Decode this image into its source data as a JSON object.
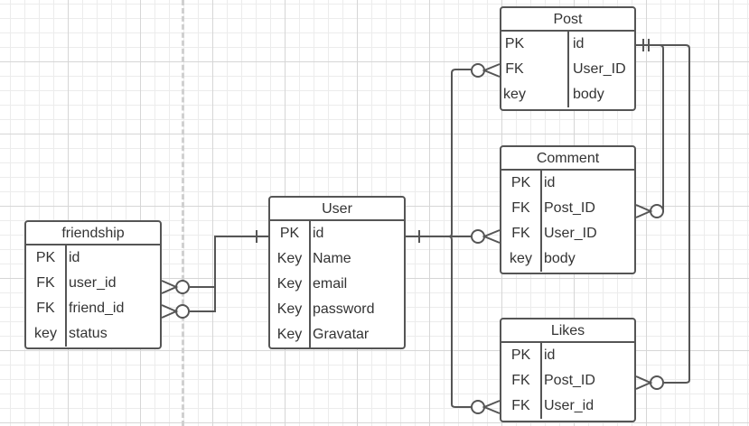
{
  "entities": {
    "post": {
      "title": "Post",
      "rows": [
        {
          "key": "PK",
          "field": "id"
        },
        {
          "key": "FK",
          "field": "User_ID"
        },
        {
          "key": "key",
          "field": "body"
        }
      ]
    },
    "comment": {
      "title": "Comment",
      "rows": [
        {
          "key": "PK",
          "field": "id"
        },
        {
          "key": "FK",
          "field": "Post_ID"
        },
        {
          "key": "FK",
          "field": "User_ID"
        },
        {
          "key": "key",
          "field": "body"
        }
      ]
    },
    "user": {
      "title": "User",
      "rows": [
        {
          "key": "PK",
          "field": "id"
        },
        {
          "key": "Key",
          "field": "Name"
        },
        {
          "key": "Key",
          "field": "email"
        },
        {
          "key": "Key",
          "field": "password"
        },
        {
          "key": "Key",
          "field": "Gravatar"
        }
      ]
    },
    "friendship": {
      "title": "friendship",
      "rows": [
        {
          "key": "PK",
          "field": "id"
        },
        {
          "key": "FK",
          "field": "user_id"
        },
        {
          "key": "FK",
          "field": "friend_id"
        },
        {
          "key": "key",
          "field": "status"
        }
      ]
    },
    "likes": {
      "title": "Likes",
      "rows": [
        {
          "key": "PK",
          "field": "id"
        },
        {
          "key": "FK",
          "field": "Post_ID"
        },
        {
          "key": "FK",
          "field": "User_id"
        }
      ]
    }
  },
  "relationships": [
    {
      "from": "user.id",
      "from_cardinality": "one",
      "to": "friendship.user_id",
      "to_cardinality": "zero-or-many"
    },
    {
      "from": "user.id",
      "from_cardinality": "one",
      "to": "friendship.friend_id",
      "to_cardinality": "zero-or-many"
    },
    {
      "from": "user.id",
      "from_cardinality": "one",
      "to": "post.User_ID",
      "to_cardinality": "zero-or-many"
    },
    {
      "from": "user.id",
      "from_cardinality": "one",
      "to": "comment.User_ID",
      "to_cardinality": "zero-or-many"
    },
    {
      "from": "user.id",
      "from_cardinality": "one",
      "to": "likes.User_id",
      "to_cardinality": "zero-or-many"
    },
    {
      "from": "post.id",
      "from_cardinality": "one-and-only-one",
      "to": "comment.Post_ID",
      "to_cardinality": "zero-or-many"
    },
    {
      "from": "post.id",
      "from_cardinality": "one-and-only-one",
      "to": "likes.Post_ID",
      "to_cardinality": "zero-or-many"
    }
  ]
}
